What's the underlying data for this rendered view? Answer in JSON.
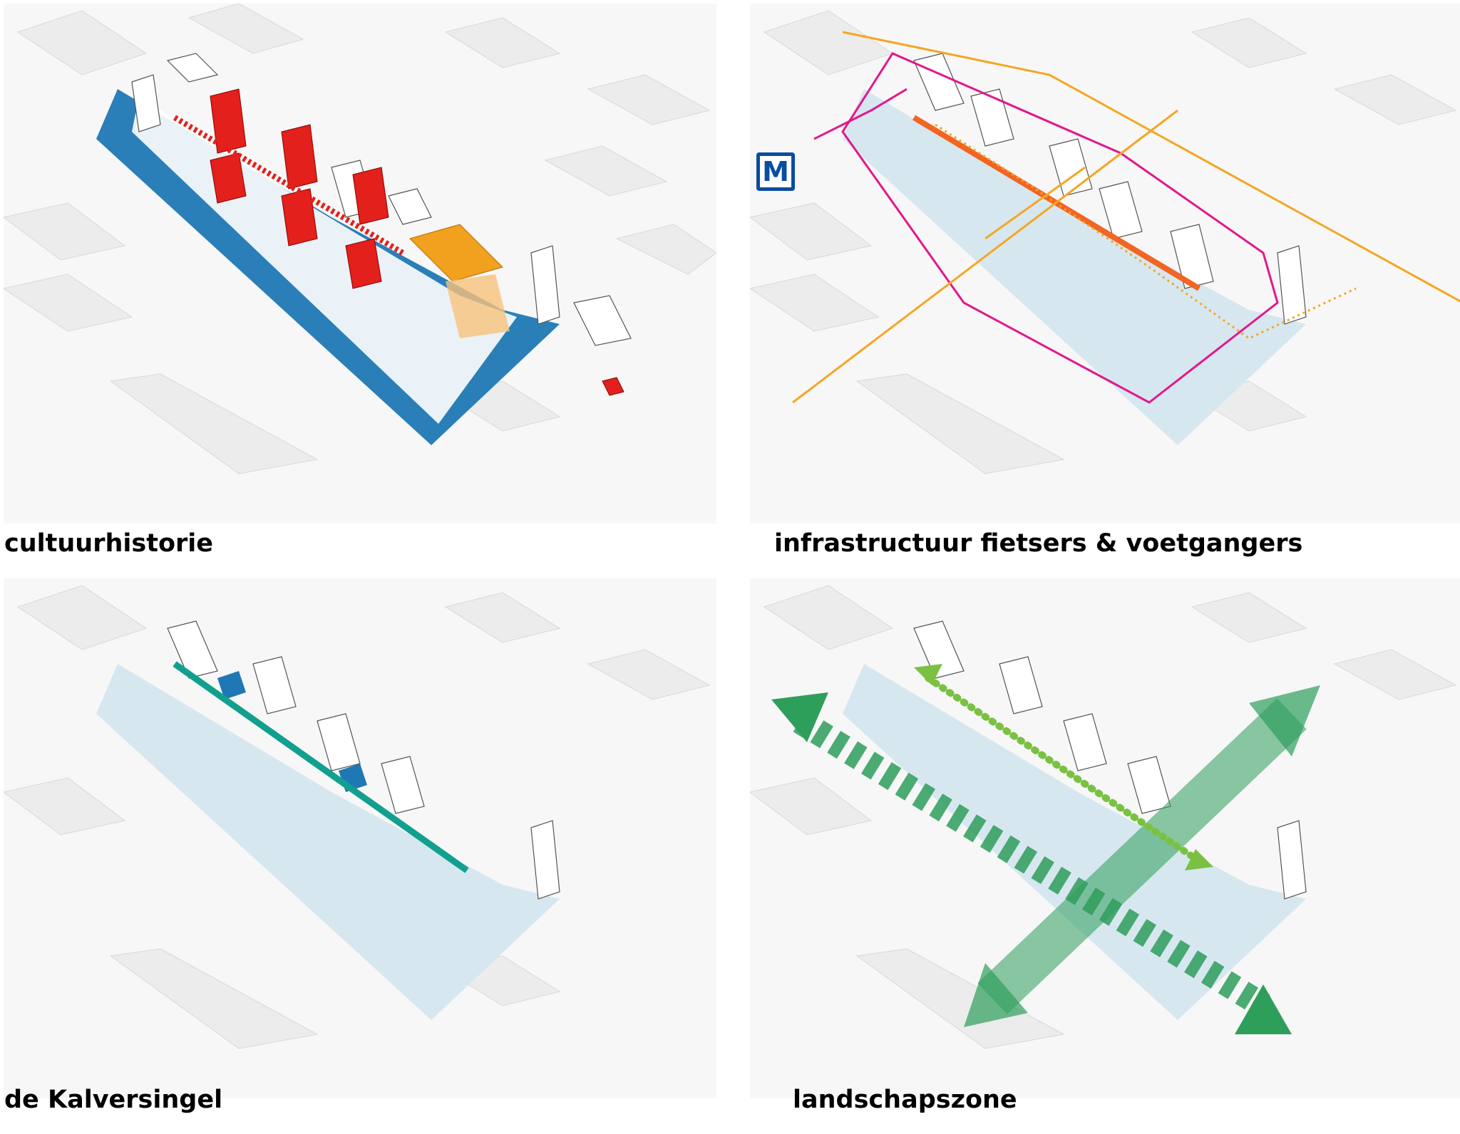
{
  "panels": [
    {
      "caption": "cultuurhistorie"
    },
    {
      "caption": "infrastructuur fietsers & voetgangers"
    },
    {
      "caption": "de Kalversingel"
    },
    {
      "caption": "landschapszone"
    }
  ],
  "metro": {
    "label": "M",
    "icon": "metro-icon"
  },
  "colors": {
    "water_blue": "#1f78b4",
    "pale_blue": "#d7e7f0",
    "heritage_red": "#e3201b",
    "heritage_orange": "#f2a11f",
    "bike_orange": "#f5a623",
    "route_magenta": "#e3178c",
    "main_axis": "#f26522",
    "canal_teal": "#11a08f",
    "green_path": "#7ac143",
    "landscape_green": "#2e9e5b",
    "building_white": "#ffffff",
    "outline": "#555555"
  }
}
